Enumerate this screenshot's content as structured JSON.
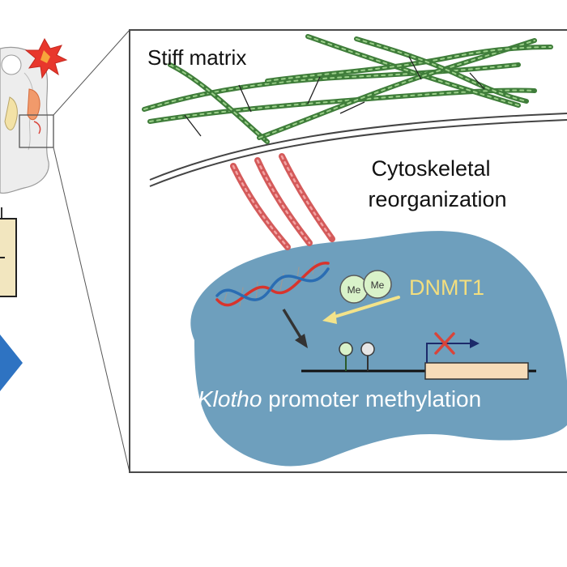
{
  "labels": {
    "stiff_matrix": "Stiff matrix",
    "cyto_line1": "Cytoskeletal",
    "cyto_line2": "reorganization",
    "dnmt1": "DNMT1",
    "me1": "Me",
    "me2": "Me",
    "klotho_italic": "Klotho",
    "promoter_rest": " promoter methylation"
  },
  "colors": {
    "nucleus": "#6e9fbd",
    "fiber": "#3f7d3a",
    "actin": "#e06a6a",
    "dnmt1_text": "#f2de7f",
    "dnmt1_arrow": "#f3e38a",
    "me_circle": "#d9f2c9",
    "dna_red": "#d8342c",
    "dna_blue": "#2a6db3",
    "gene_box": "#f6dcb9",
    "x_mark": "#d9443a",
    "left_box": "#f2e6bf",
    "left_arrow": "#2e73c2"
  }
}
